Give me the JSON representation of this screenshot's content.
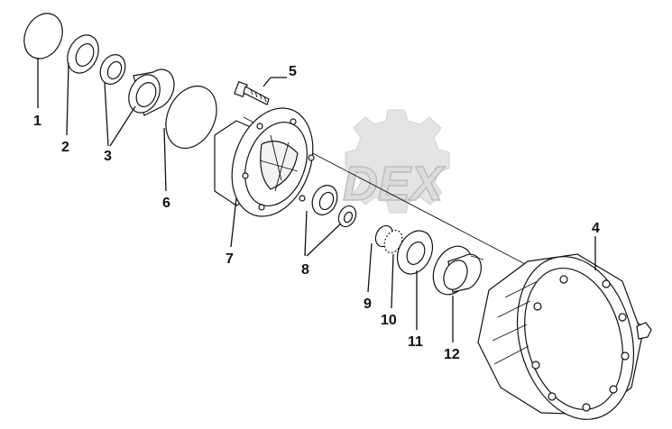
{
  "diagram": {
    "watermark": "DEX",
    "callouts": {
      "c1": "1",
      "c2": "2",
      "c3": "3",
      "c4": "4",
      "c5": "5",
      "c6": "6",
      "c7": "7",
      "c8": "8",
      "c9": "9",
      "c10": "10",
      "c11": "11",
      "c12": "12"
    }
  }
}
